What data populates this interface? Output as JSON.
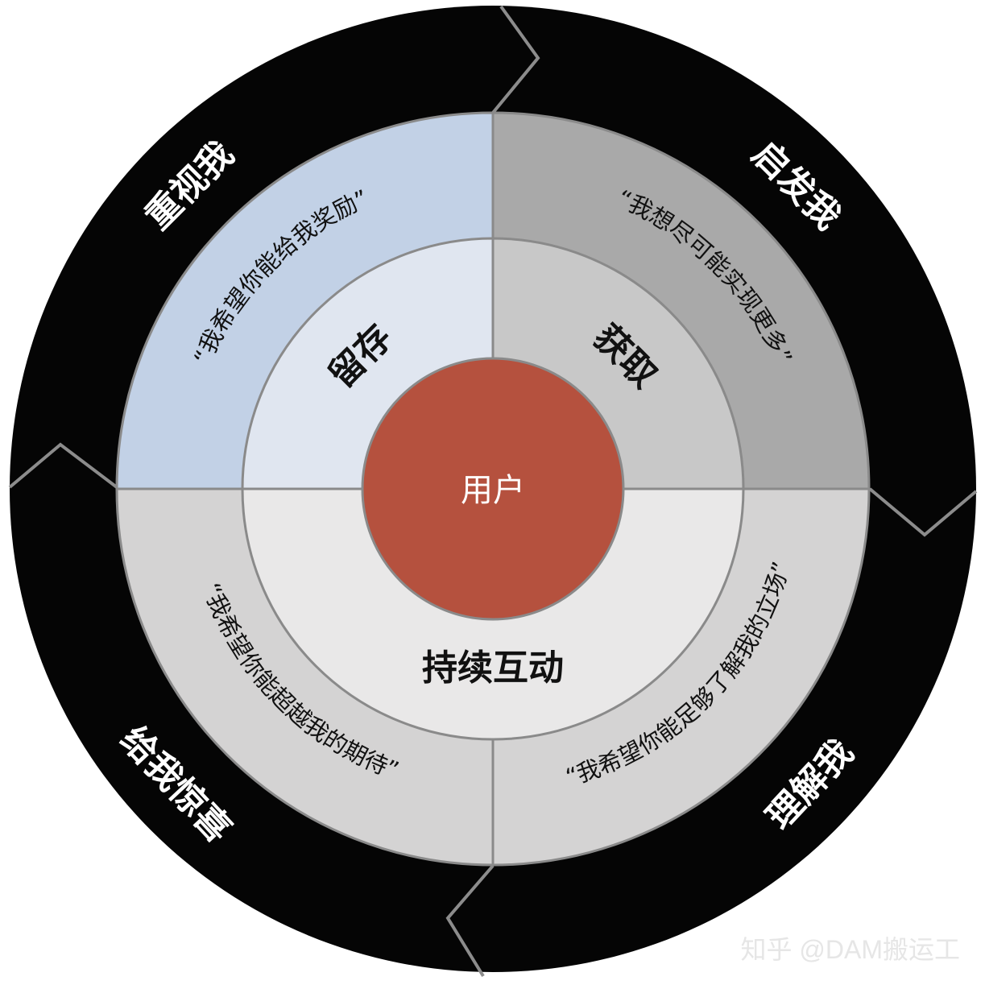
{
  "center": {
    "label": "用户"
  },
  "inner": {
    "top_left": "留存",
    "top_right": "获取",
    "bottom": "持续互动"
  },
  "quotes": {
    "top_left": "“我希望你能给我奖励”",
    "top_right": "“我想尽可能实现更多”",
    "bottom_left": "“我希望你能超越我的期待”",
    "bottom_right": "“我希望你能足够了解我的立场”"
  },
  "outer": {
    "top_left": "重视我",
    "top_right": "启发我",
    "bottom_right": "理解我",
    "bottom_left": "给我惊喜"
  },
  "watermark": "知乎 @DAM搬运工",
  "colors": {
    "ring_black": "#050505",
    "top_left_outer": "#c2d1e6",
    "top_left_inner": "#e0e6f0",
    "top_right_outer": "#a9a9a9",
    "top_right_inner": "#c8c8c8",
    "bottom_outer": "#d4d3d3",
    "bottom_inner": "#e9e8e8",
    "center": "#b5513e"
  }
}
